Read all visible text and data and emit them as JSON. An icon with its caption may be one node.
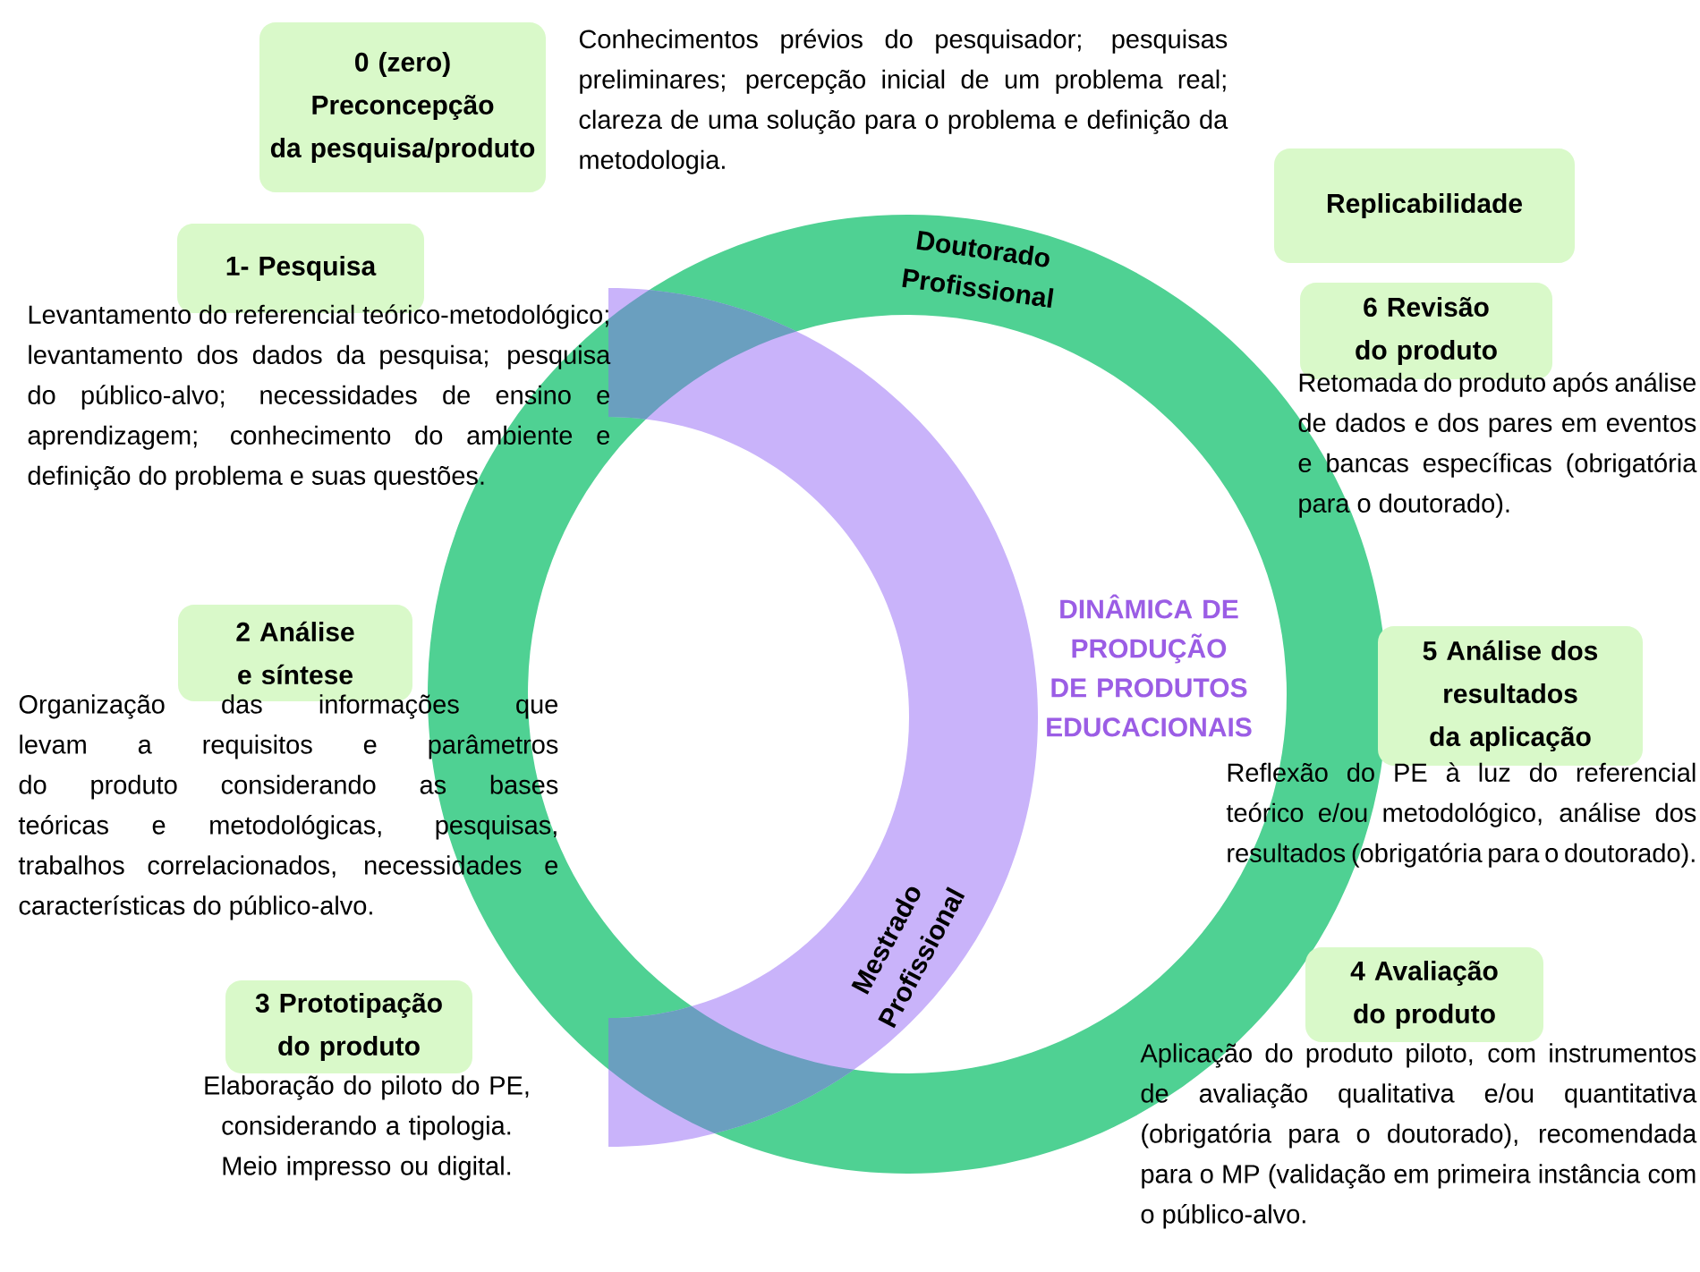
{
  "diagram": {
    "nodes": [
      {
        "text": [
          "0 (zero) Preconcepção da pesquisa/produto"
        ],
        "beside": [
          "Conhecimentos prévios do pesquisador; pesquisas preliminares; percepção inicial de um problema real; clareza de uma solução para o problema e definição da metodologia."
        ]
      },
      {
        "text": [
          "Replicabilidade"
        ]
      },
      {
        "text": [
          "1- Pesquisa"
        ],
        "beside": [
          "Levantamento do referencial teórico-metodológico; levantamento dos dados da pesquisa; pesquisa do público-alvo; necessidades de ensino e aprendizagem; conhecimento do ambiente e definição do problema e suas questões."
        ]
      },
      {
        "text": [
          "6 Revisão do produto"
        ],
        "beside": [
          "Retomada do produto após análise de dados e dos pares em eventos e bancas específicas (obrigatória para o doutorado)."
        ]
      },
      {
        "text": [
          "2 Análise e síntese"
        ],
        "beside": [
          "Organização das informações que levam a requisitos e parâmetros do produto considerando as bases teóricas e metodológicas, pesquisas, trabalhos correlacionados, necessidades e características do público-alvo."
        ]
      },
      {
        "text": [
          "5 Análise dos resultados da aplicação"
        ],
        "beside": [
          "Reflexão do PE à luz do referencial teórico e/ou metodológico, análise dos resultados (obrigatória para o doutorado)."
        ]
      },
      {
        "text": [
          "3 Prototipação do produto"
        ],
        "beside": [
          "Elaboração do piloto do PE, considerando a tipologia. Meio impresso ou digital."
        ]
      },
      {
        "text": [
          "4 Avaliação do produto"
        ],
        "beside": [
          "Aplicação do produto piloto, com instrumentos de avaliação qualitativa e/ou quantitativa (obrigatória para o doutorado), recomendada para o MP (validação em primeira instância com o público-alvo."
        ]
      }
    ],
    "labels": [
      "Doutorado Profissional",
      "DINÂMICA DE PRODUÇÃO DE PRODUTOS EDUCACIONAIS",
      "Mestrado Profissional"
    ]
  }
}
